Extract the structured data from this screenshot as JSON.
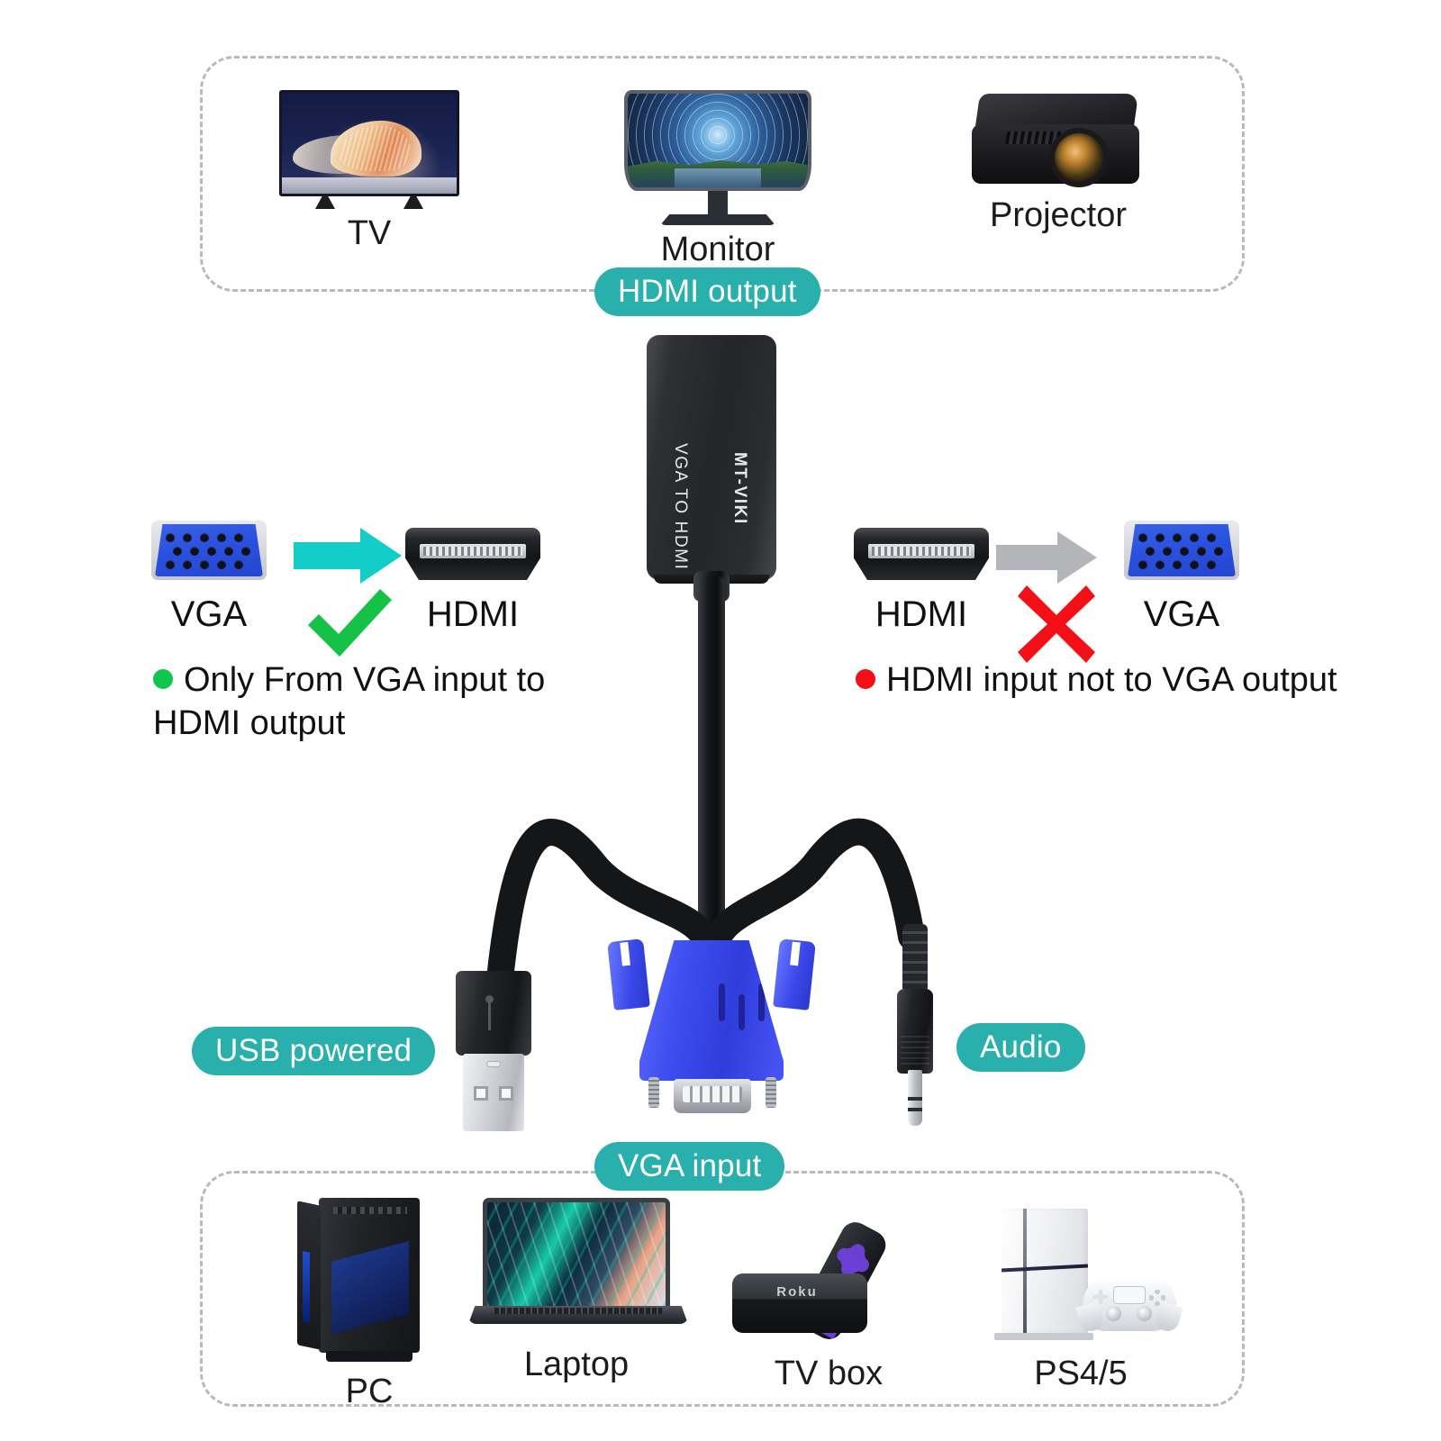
{
  "badges": {
    "hdmi_output": "HDMI output",
    "vga_input": "VGA input",
    "usb_powered": "USB powered",
    "audio": "Audio"
  },
  "output_devices": [
    {
      "label": "TV",
      "icon": "tv-icon"
    },
    {
      "label": "Monitor",
      "icon": "monitor-icon"
    },
    {
      "label": "Projector",
      "icon": "projector-icon"
    }
  ],
  "input_devices": [
    {
      "label": "PC",
      "icon": "desktop-tower-icon"
    },
    {
      "label": "Laptop",
      "icon": "laptop-icon"
    },
    {
      "label": "TV box",
      "icon": "streaming-box-icon"
    },
    {
      "label": "PS4/5",
      "icon": "game-console-icon"
    }
  ],
  "converter": {
    "model_text": "VGA TO HDMI",
    "brand_text": "MT-VIKI"
  },
  "comparison": {
    "left": {
      "from_label": "VGA",
      "to_label": "HDMI",
      "arrow_color": "#13cdc8",
      "status_icon": "check-icon",
      "status_color": "#0ec64f",
      "note": "Only From VGA input to HDMI output",
      "note_bullet_color": "#0ec64f"
    },
    "right": {
      "from_label": "HDMI",
      "to_label": "VGA",
      "arrow_color": "#b4b5b8",
      "status_icon": "cross-icon",
      "status_color": "#f40f16",
      "note": "HDMI input not to VGA output",
      "note_bullet_color": "#f40f16"
    }
  },
  "colors": {
    "teal_badge": "#29b0ac",
    "vga_blue": "#2f46d8",
    "dashed_border": "#b9b9bd",
    "body_text": "#111111"
  }
}
